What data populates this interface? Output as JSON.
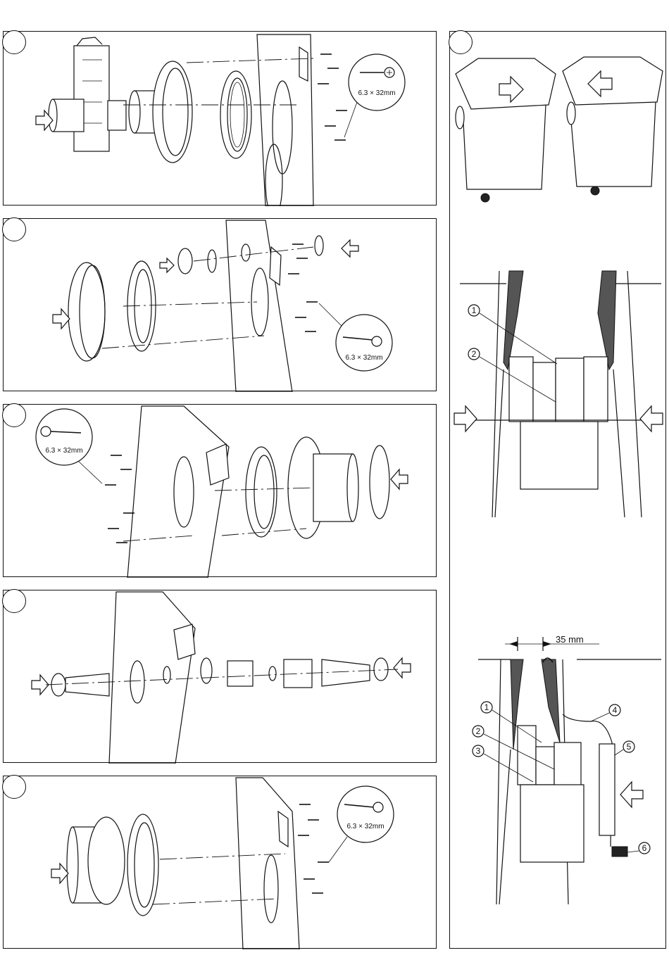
{
  "figure": {
    "steps": [
      {
        "id": "step-1",
        "screw_label": "6.3 × 32mm"
      },
      {
        "id": "step-2",
        "screw_label": "6.3 × 32mm"
      },
      {
        "id": "step-3",
        "screw_label": "6.3 × 32mm"
      },
      {
        "id": "step-4",
        "screw_label": ""
      },
      {
        "id": "step-5",
        "screw_label": "6.3 × 32mm"
      }
    ],
    "right_panel": {
      "dimension": "35 mm",
      "callouts_top": [
        "1",
        "2"
      ],
      "callouts_bottom": [
        "1",
        "2",
        "3",
        "4",
        "5",
        "6"
      ]
    }
  }
}
